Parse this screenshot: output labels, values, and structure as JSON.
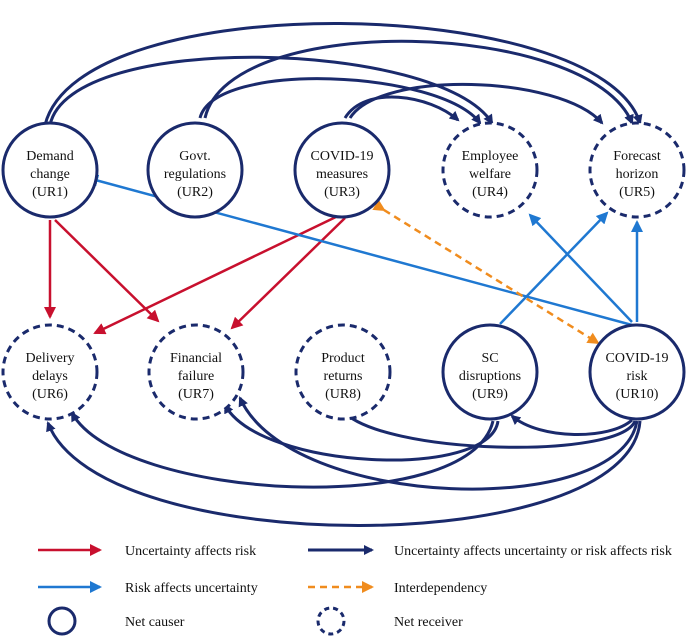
{
  "colors": {
    "navy": "#1a2a6c",
    "red": "#c8102e",
    "blue": "#1f78d1",
    "orange": "#f08c1e",
    "node_fill": "#ffffff"
  },
  "nodes": [
    {
      "id": "UR1",
      "line1": "Demand",
      "line2": "change",
      "line3": "(UR1)",
      "style": "solid"
    },
    {
      "id": "UR2",
      "line1": "Govt.",
      "line2": "regulations",
      "line3": "(UR2)",
      "style": "solid"
    },
    {
      "id": "UR3",
      "line1": "COVID-19",
      "line2": "measures",
      "line3": "(UR3)",
      "style": "solid"
    },
    {
      "id": "UR4",
      "line1": "Employee",
      "line2": "welfare",
      "line3": "(UR4)",
      "style": "dashed"
    },
    {
      "id": "UR5",
      "line1": "Forecast",
      "line2": "horizon",
      "line3": "(UR5)",
      "style": "dashed"
    },
    {
      "id": "UR6",
      "line1": "Delivery",
      "line2": "delays",
      "line3": "(UR6)",
      "style": "dashed"
    },
    {
      "id": "UR7",
      "line1": "Financial",
      "line2": "failure",
      "line3": "(UR7)",
      "style": "dashed"
    },
    {
      "id": "UR8",
      "line1": "Product",
      "line2": "returns",
      "line3": "(UR8)",
      "style": "dashed"
    },
    {
      "id": "UR9",
      "line1": "SC",
      "line2": "disruptions",
      "line3": "(UR9)",
      "style": "solid"
    },
    {
      "id": "UR10",
      "line1": "COVID-19",
      "line2": "risk",
      "line3": "(UR10)",
      "style": "solid"
    }
  ],
  "legend": {
    "red_label": "Uncertainty affects risk",
    "navy_label": "Uncertainty affects uncertainty or risk affects risk",
    "blue_label": "Risk affects uncertainty",
    "orange_label": "Interdependency",
    "causer_label": "Net causer",
    "receiver_label": "Net receiver"
  }
}
